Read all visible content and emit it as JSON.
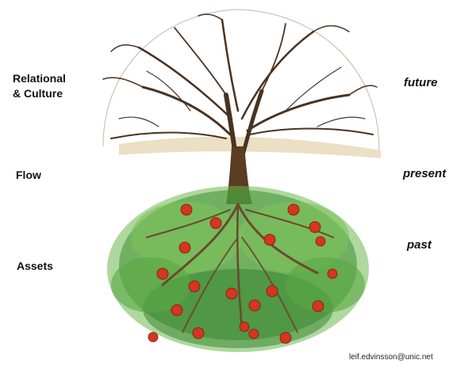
{
  "labels": {
    "relational_culture": "Relational\n& Culture",
    "flow": "Flow",
    "assets": "Assets",
    "future": "future",
    "present": "present",
    "past": "past"
  },
  "credit": "leif.edvinsson@unic.net",
  "colors": {
    "trunk": "#5a3d22",
    "ground": "#e9dcbe",
    "foliage_dark": "#2f7d2a",
    "foliage_light": "#7cc35a",
    "fruit": "#d4361f",
    "root": "#6b4a2b"
  }
}
